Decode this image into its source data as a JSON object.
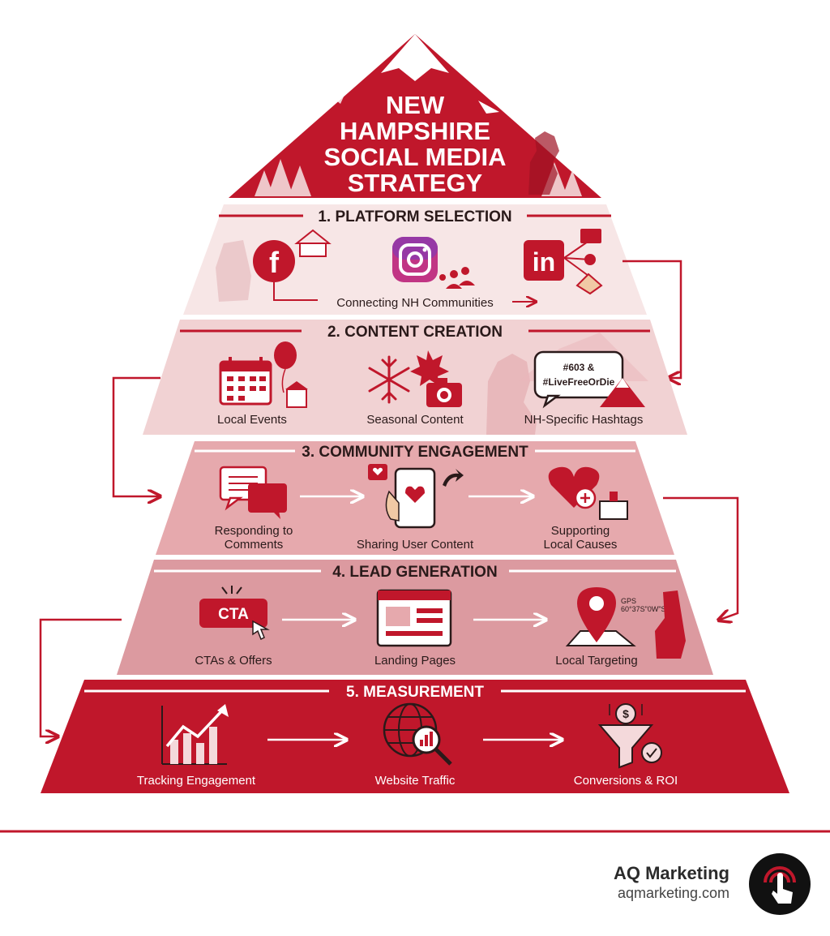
{
  "title_lines": [
    "NEW",
    "HAMPSHIRE",
    "SOCIAL MEDIA",
    "STRATEGY"
  ],
  "colors": {
    "primary": "#c0172b",
    "tier1": "#f7e6e6",
    "tier2": "#f1d2d3",
    "tier3": "#e6a9ad",
    "tier4": "#dc9aa0",
    "tier5": "#c0172b"
  },
  "sections": [
    {
      "title": "1. PLATFORM SELECTION",
      "caption": "Connecting NH Communities",
      "icons": [
        "facebook-icon",
        "instagram-icon",
        "linkedin-icon"
      ]
    },
    {
      "title": "2. CONTENT CREATION",
      "items": [
        "Local Events",
        "Seasonal Content",
        "NH-Specific Hashtags"
      ],
      "hashtag_line1": "#603 &",
      "hashtag_line2": "#LiveFreeOrDie"
    },
    {
      "title": "3. COMMUNITY ENGAGEMENT",
      "items": [
        [
          "Responding to",
          "Comments"
        ],
        [
          "Sharing User Content"
        ],
        [
          "Supporting",
          "Local Causes"
        ]
      ]
    },
    {
      "title": "4. LEAD GENERATION",
      "items": [
        "CTAs & Offers",
        "Landing Pages",
        "Local Targeting"
      ],
      "cta_label": "CTA",
      "gps_line1": "GPS",
      "gps_line2": "60°37S\"0W\"S"
    },
    {
      "title": "5. MEASUREMENT",
      "items": [
        "Tracking Engagement",
        "Website Traffic",
        "Conversions & ROI"
      ]
    }
  ],
  "brand": {
    "name": "AQ Marketing",
    "url": "aqmarketing.com"
  }
}
